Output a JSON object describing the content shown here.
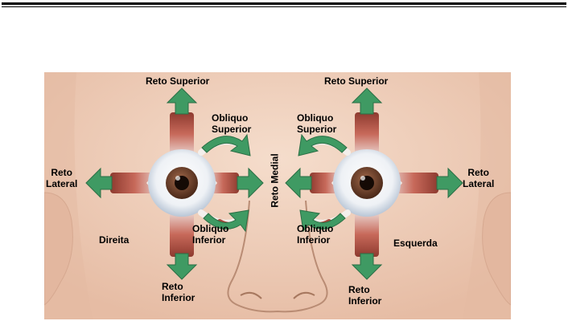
{
  "diagram": {
    "labels": {
      "right_superior_rectus": "Reto Superior",
      "left_superior_rectus": "Reto Superior",
      "right_superior_oblique": "Obliquo\nSuperior",
      "left_superior_oblique": "Obliquo\nSuperior",
      "right_lateral_rectus": "Reto\nLateral",
      "left_lateral_rectus": "Reto\nLateral",
      "medial_rectus": "Reto Medial",
      "right_inferior_oblique": "Obliquo\nInferior",
      "left_inferior_oblique": "Obliquo\nInferior",
      "right_side": "Direita",
      "left_side": "Esquerda",
      "right_inferior_rectus": "Reto\nInferior",
      "left_inferior_rectus": "Reto\nInferior"
    },
    "colors": {
      "arrow": "#3f9a63",
      "arrow_stroke": "#2b6f45",
      "skin": "#f0d3c0",
      "skin_shade": "#dbb39b",
      "muscle": "#a64a3c",
      "tendon": "#f2f0ee",
      "iris": "#6b3e26",
      "pupil": "#150a05",
      "sclera": "#ffffff",
      "eyeball_shadow": "#c7d2e0"
    }
  }
}
